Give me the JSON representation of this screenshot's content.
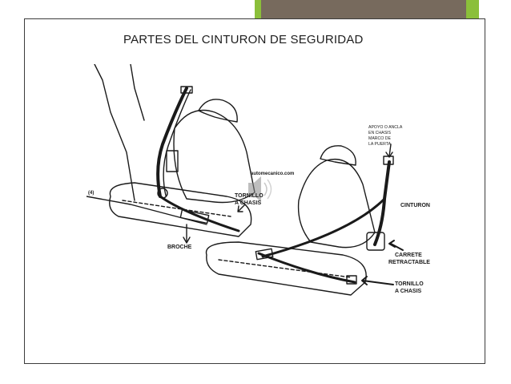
{
  "slide": {
    "title": "PARTES DEL CINTURON DE SEGURIDAD"
  },
  "diagram": {
    "labels": {
      "anchor": [
        "APOYO O ANCLA",
        "EN CHASIS",
        "MARCO DE",
        "LA PUERTA"
      ],
      "belt": "CINTURON",
      "bolt_center": [
        "TORNILLO",
        "A CHASIS"
      ],
      "buckle": "BROCHE",
      "retractor": [
        "CARRETE",
        "RETRACTABLE"
      ],
      "bolt_right": [
        "TORNILLO",
        "A CHASIS"
      ],
      "watermark": "automecanico.com",
      "figure_tag": "(4)"
    }
  },
  "colors": {
    "accent_green": "#8bbf3a",
    "title_box": "#776a5d",
    "frame": "#3c3c3c",
    "ink": "#1a1a1a"
  }
}
